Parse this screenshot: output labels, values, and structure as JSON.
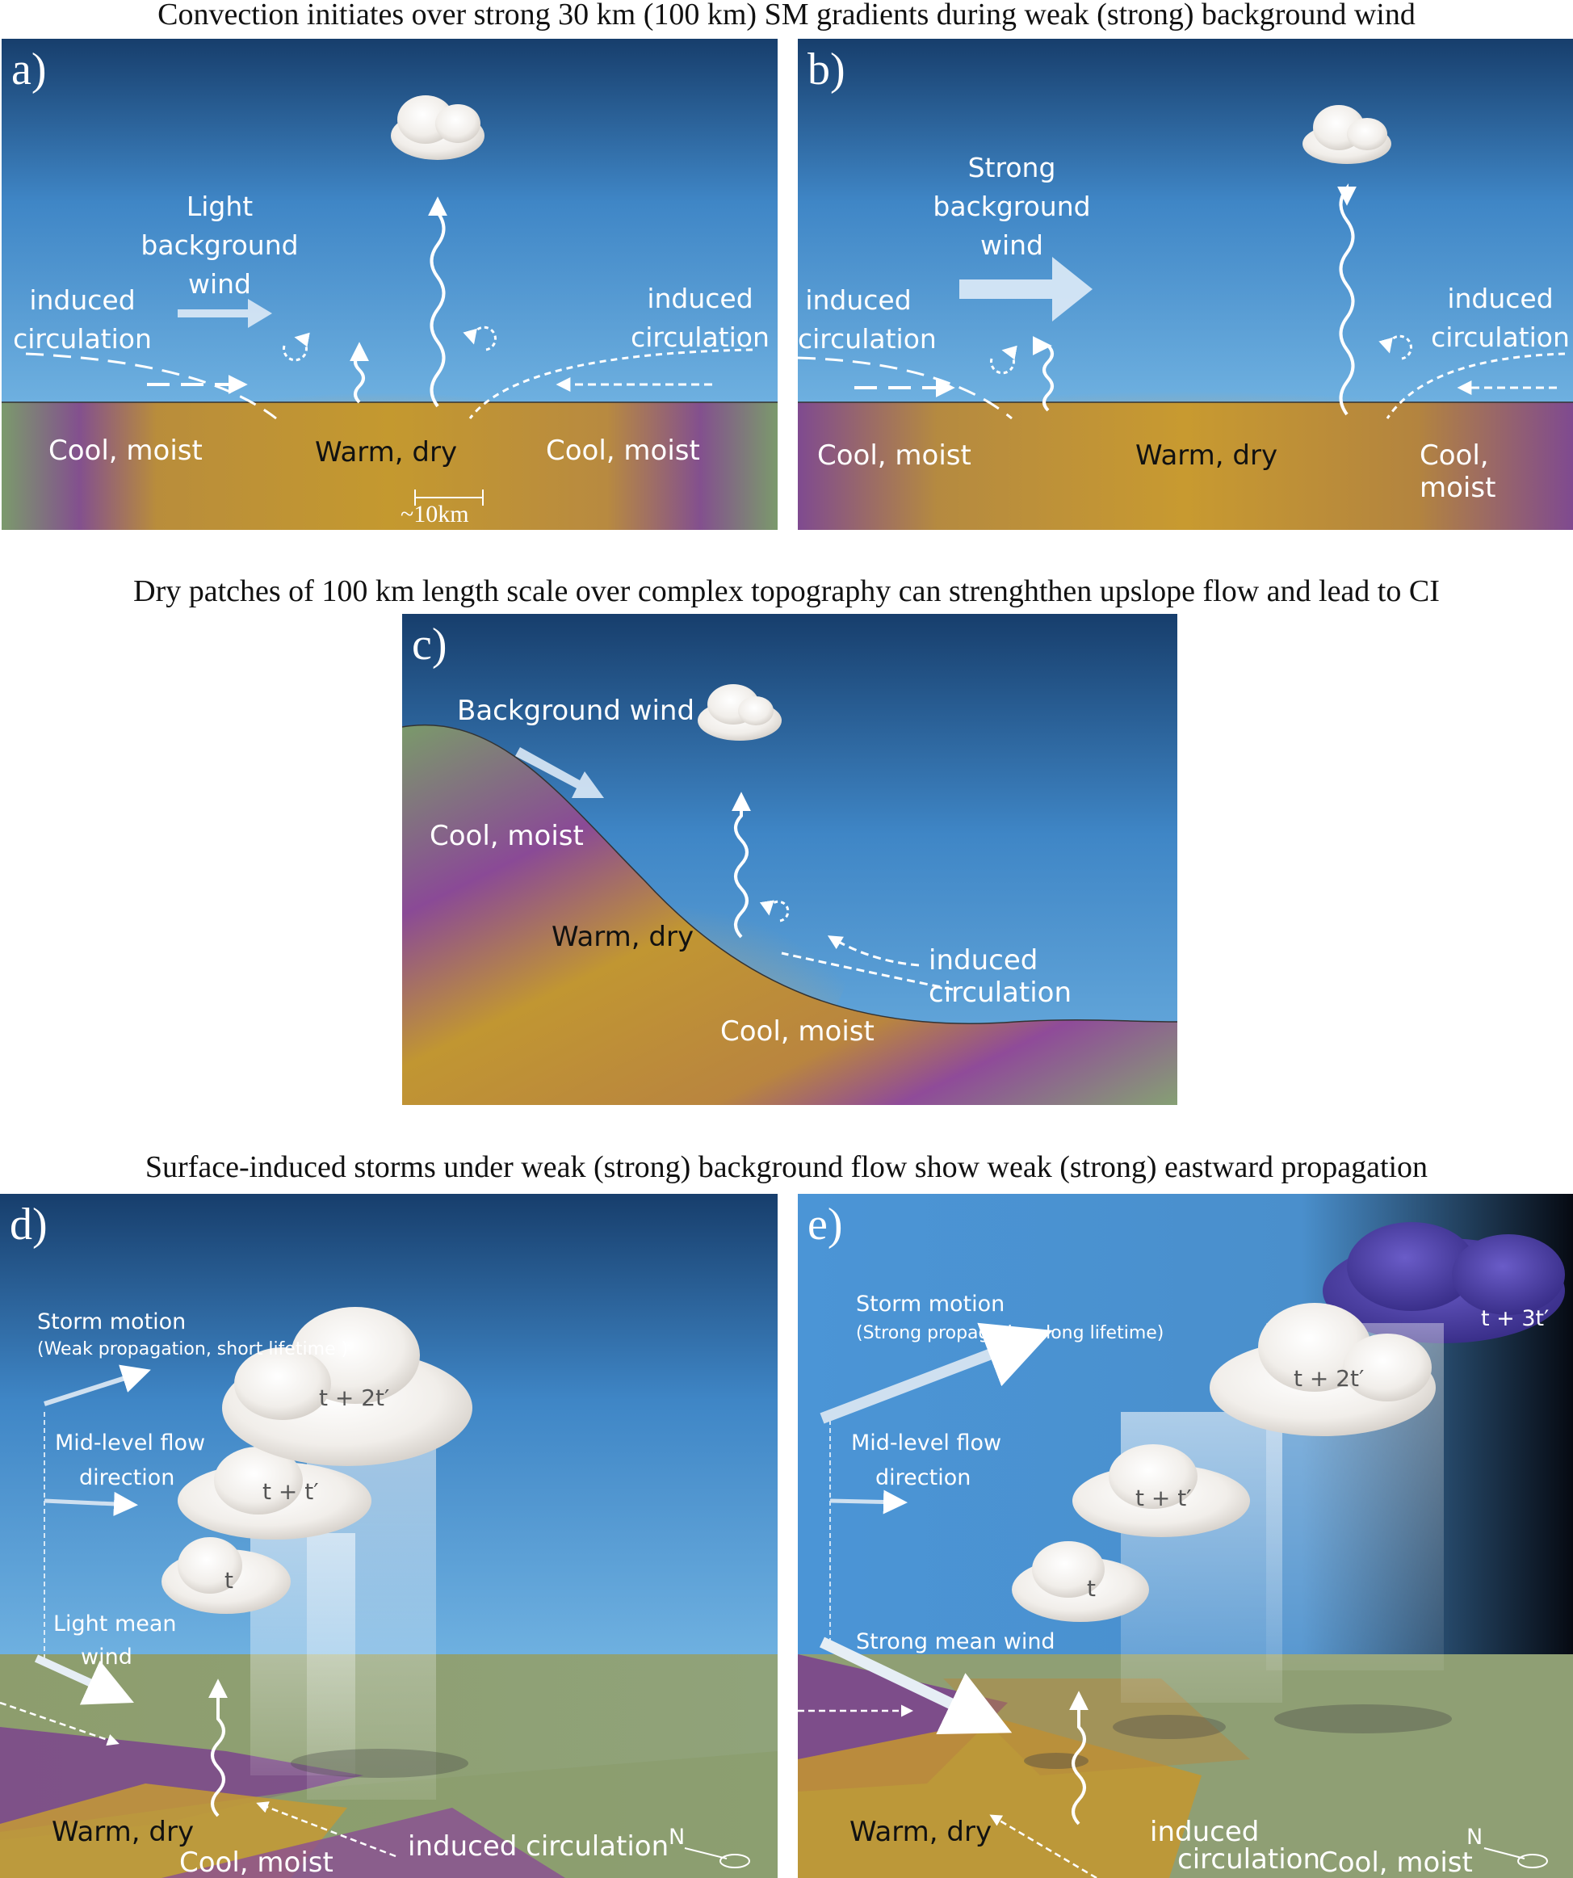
{
  "titles": {
    "top": "Convection initiates over strong 30 km (100 km) SM gradients during weak (strong) background wind",
    "middle": "Dry patches of 100 km length scale over complex topography can strenghthen upslope flow and lead to CI",
    "bottom": "Surface-induced storms under weak (strong) background flow show weak (strong) eastward propagation"
  },
  "panel_a": {
    "label": "a)",
    "wind_line1": "Light",
    "wind_line2": "background",
    "wind_line3": "wind",
    "induced_left_1": "induced",
    "induced_left_2": "circulation",
    "induced_right_1": "induced",
    "induced_right_2": "circulation",
    "surface_left": "Cool, moist",
    "surface_mid": "Warm, dry",
    "surface_right": "Cool, moist",
    "scale_bar": "~10km"
  },
  "panel_b": {
    "label": "b)",
    "wind_line1": "Strong",
    "wind_line2": "background",
    "wind_line3": "wind",
    "induced_left_1": "induced",
    "induced_left_2": "circulation",
    "induced_right_1": "induced",
    "induced_right_2": "circulation",
    "surface_left": "Cool, moist",
    "surface_mid": "Warm, dry",
    "surface_right": "Cool, moist"
  },
  "panel_c": {
    "label": "c)",
    "wind": "Background wind",
    "surface_upper": "Cool, moist",
    "surface_mid": "Warm, dry",
    "surface_lower": "Cool, moist",
    "induced": "induced circulation"
  },
  "panel_d": {
    "label": "d)",
    "storm_motion": "Storm motion",
    "storm_note": "(Weak propagation, short lifetime )",
    "midlevel_1": "Mid-level flow",
    "midlevel_2": "direction",
    "mean_1": "Light mean",
    "mean_2": "wind",
    "cloud_1": "t",
    "cloud_2": "t + t′",
    "cloud_3": "t + 2t′",
    "warm": "Warm, dry",
    "cool": "Cool, moist",
    "induced": "induced circulation",
    "north": "N"
  },
  "panel_e": {
    "label": "e)",
    "storm_motion": "Storm motion",
    "storm_note": "(Strong propagation, long lifetime)",
    "midlevel_1": "Mid-level flow",
    "midlevel_2": "direction",
    "mean": "Strong mean wind",
    "cloud_1": "t",
    "cloud_2": "t + t′",
    "cloud_3": "t + 2t′",
    "cloud_4": "t + 3t′",
    "warm": "Warm, dry",
    "cool": "Cool, moist",
    "induced_1": "induced",
    "induced_2": "circulation",
    "north": "N"
  }
}
